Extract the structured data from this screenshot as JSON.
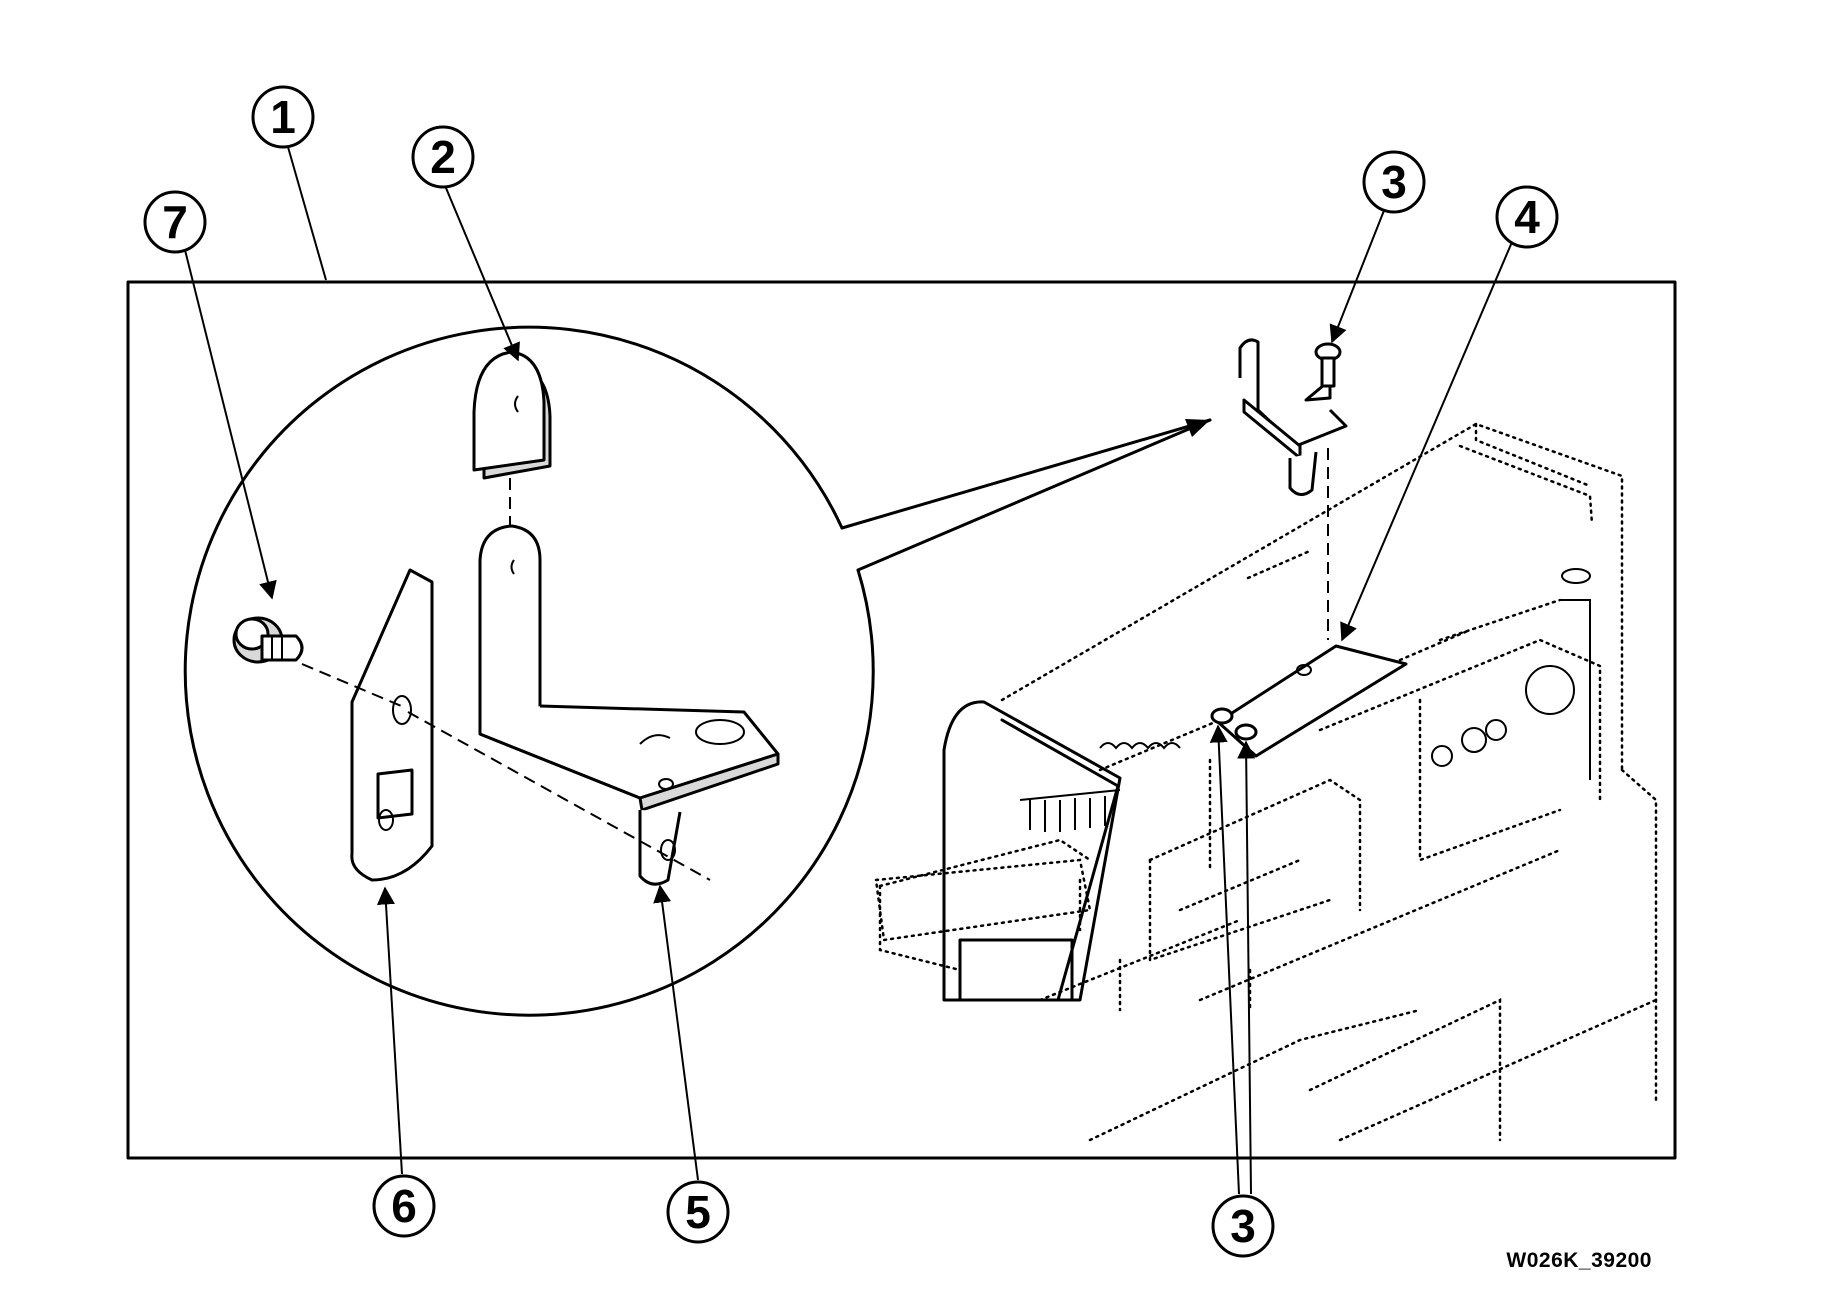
{
  "figure": {
    "code": "W026K_39200",
    "callouts": [
      {
        "id": "c1",
        "label": "1"
      },
      {
        "id": "c2",
        "label": "2"
      },
      {
        "id": "c3a",
        "label": "3"
      },
      {
        "id": "c4",
        "label": "4"
      },
      {
        "id": "c5",
        "label": "5"
      },
      {
        "id": "c6",
        "label": "6"
      },
      {
        "id": "c7",
        "label": "7"
      },
      {
        "id": "c3b",
        "label": "3"
      }
    ]
  }
}
